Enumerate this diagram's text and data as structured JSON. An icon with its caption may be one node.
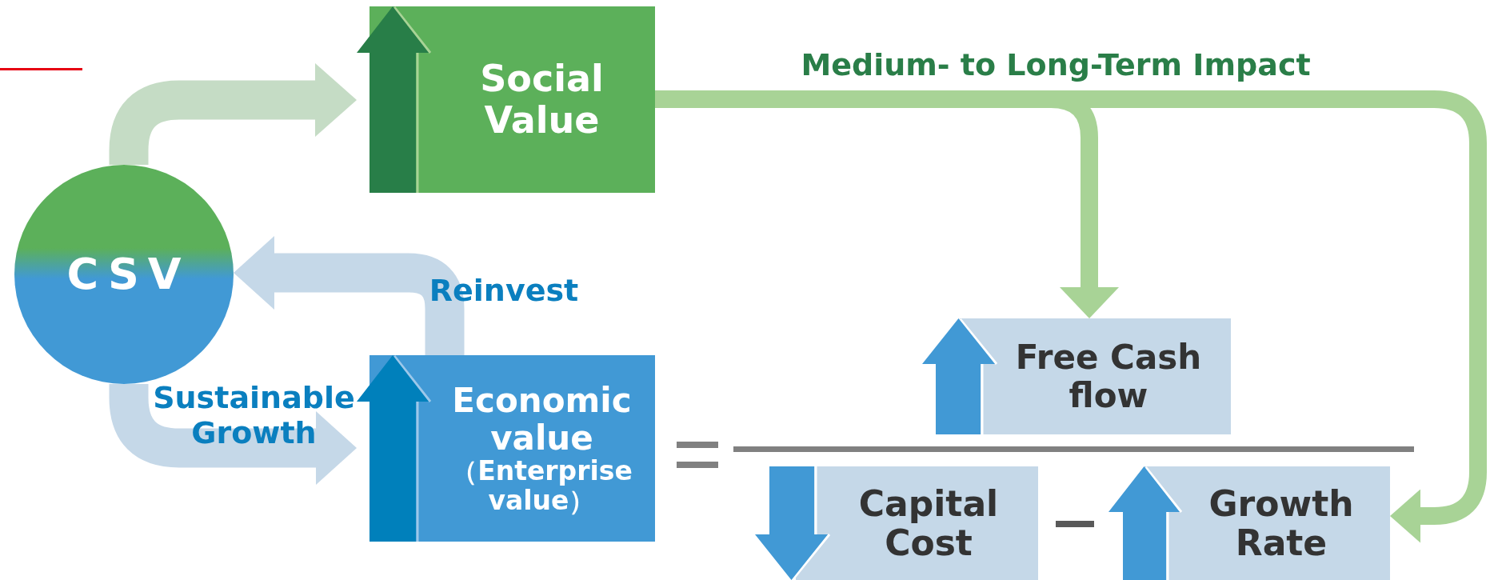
{
  "diagram": {
    "nodes": [
      {
        "text": [
          "CSV"
        ]
      },
      {
        "text": [
          "Social Value"
        ]
      },
      {
        "text": [
          "Economic value",
          "（Enterprise value）"
        ]
      },
      {
        "text": [
          "Free Cash flow"
        ]
      },
      {
        "text": [
          "Capital Cost"
        ]
      },
      {
        "text": [
          "Growth Rate"
        ]
      }
    ],
    "edges": [
      {
        "from": 0,
        "to": 1,
        "arrow": "to",
        "color": "#c5dcc5"
      },
      {
        "from": 2,
        "to": 0,
        "arrow": "to",
        "label": "Reinvest",
        "color": "#c5d8e8"
      },
      {
        "from": 0,
        "to": 2,
        "arrow": "to",
        "label": "Sustainable Growth",
        "color": "#c5d8e8"
      },
      {
        "from": 1,
        "to": 3,
        "arrow": "to",
        "color": "#a8d396"
      },
      {
        "from": 1,
        "to": 5,
        "arrow": "to",
        "label": "Medium- to Long-Term Impact",
        "color": "#a8d396"
      }
    ]
  }
}
